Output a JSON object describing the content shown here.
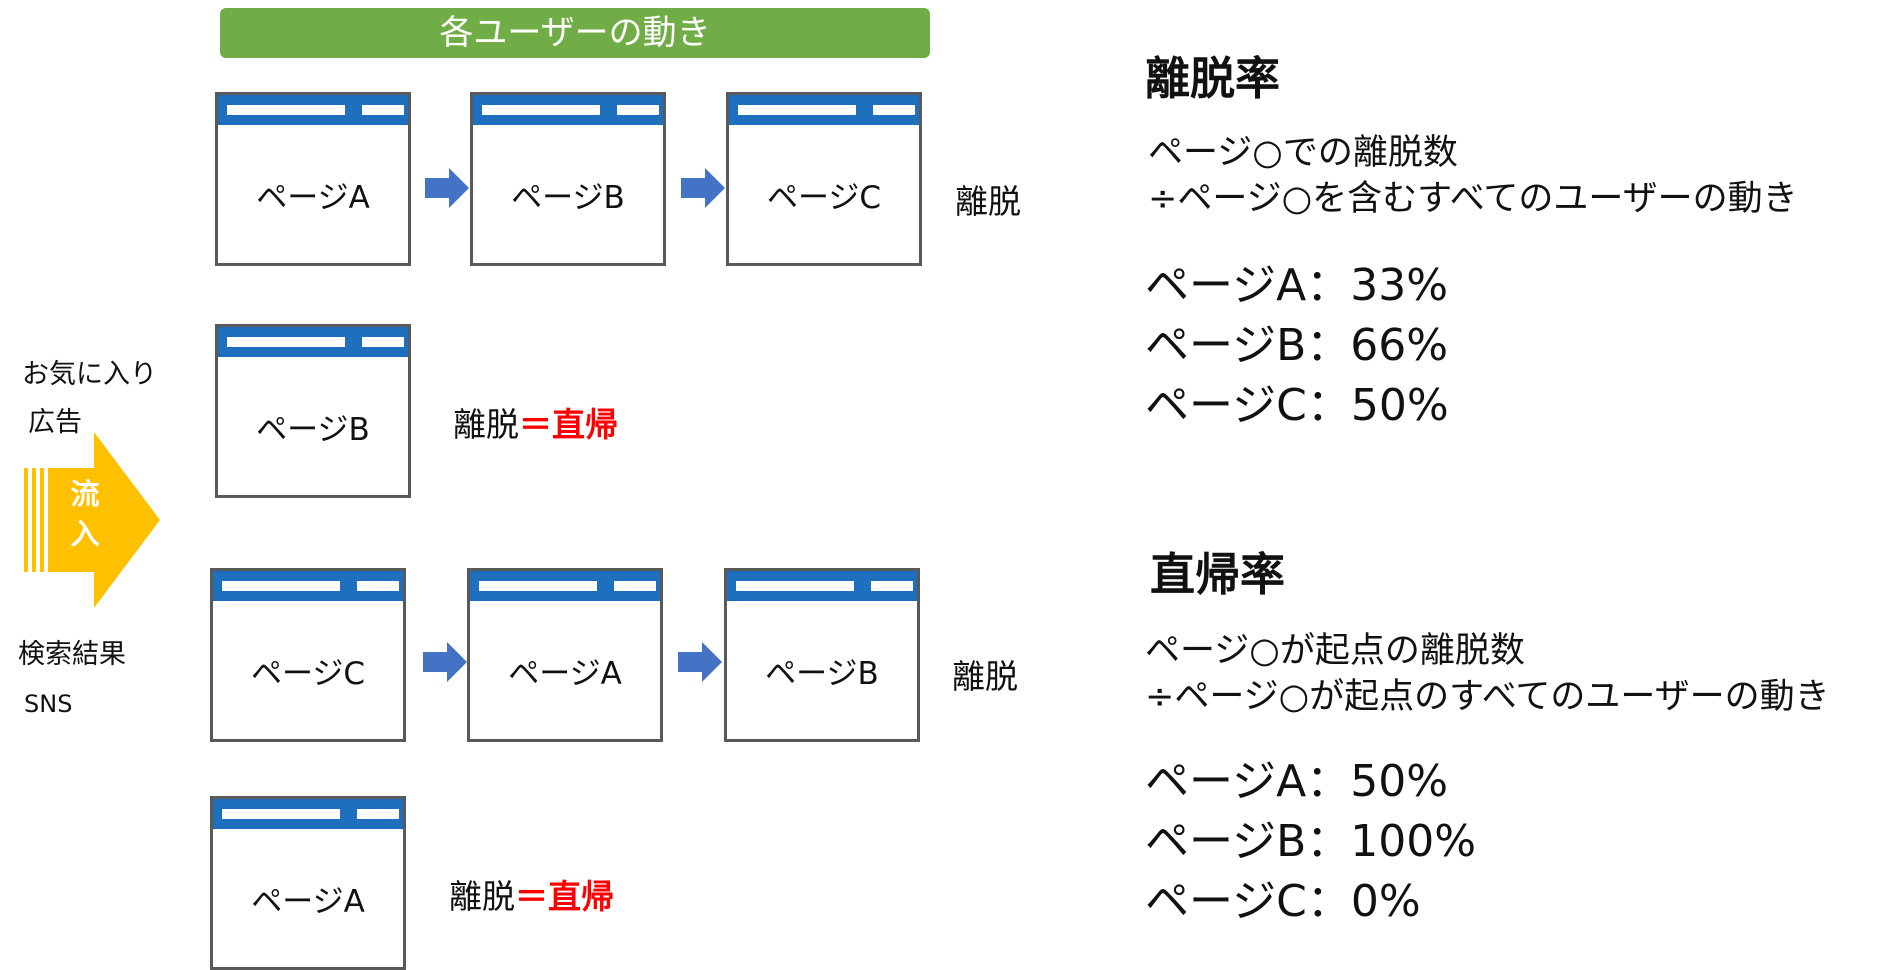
{
  "header": {
    "title": "各ユーザーの動き"
  },
  "flows": [
    {
      "pages": [
        "ページA",
        "ページB",
        "ページC"
      ],
      "exit_label": "離脱",
      "exit_suffix": ""
    },
    {
      "pages": [
        "ページB"
      ],
      "exit_label": "離脱",
      "exit_suffix": "＝直帰"
    },
    {
      "pages": [
        "ページC",
        "ページA",
        "ページB"
      ],
      "exit_label": "離脱",
      "exit_suffix": ""
    },
    {
      "pages": [
        "ページA"
      ],
      "exit_label": "離脱",
      "exit_suffix": "＝直帰"
    }
  ],
  "sources": {
    "favorites": "お気に入り",
    "ads": "広告",
    "search": "検索結果",
    "sns": "SNS",
    "inflow_label_1": "流",
    "inflow_label_2": "入"
  },
  "exit_rate": {
    "title": "離脱率",
    "formula_line1": "ページ○での離脱数",
    "formula_line2": "÷ページ○を含むすべてのユーザーの動き",
    "rates": [
      "ページA：33%",
      "ページB：66%",
      "ページC：50%"
    ]
  },
  "bounce_rate": {
    "title": "直帰率",
    "formula_line1": "ページ○が起点の離脱数",
    "formula_line2": "÷ページ○が起点のすべてのユーザーの動き",
    "rates": [
      "ページA：50%",
      "ページB：100%",
      "ページC：0%"
    ]
  },
  "colors": {
    "header_green": "#70ad47",
    "window_blue": "#1f6fbf",
    "arrow_blue": "#4472c4",
    "inflow_yellow": "#ffc000",
    "bounce_red": "#ff0000"
  }
}
